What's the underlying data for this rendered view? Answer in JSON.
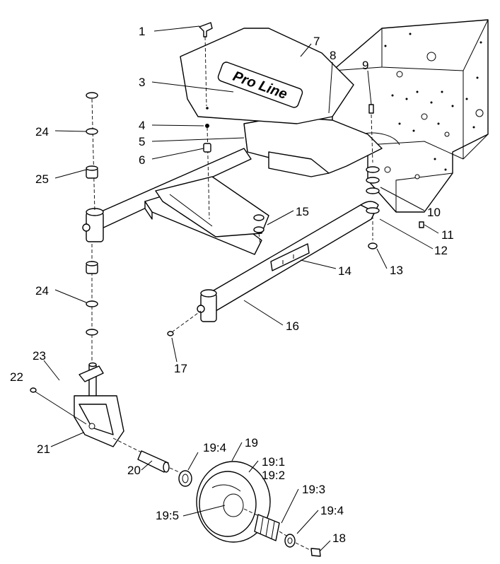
{
  "logo": {
    "text": "Pro Line"
  },
  "callouts": [
    {
      "id": "c1",
      "text": "1"
    },
    {
      "id": "c3",
      "text": "3"
    },
    {
      "id": "c4",
      "text": "4"
    },
    {
      "id": "c5",
      "text": "5"
    },
    {
      "id": "c6",
      "text": "6"
    },
    {
      "id": "c7",
      "text": "7"
    },
    {
      "id": "c8",
      "text": "8"
    },
    {
      "id": "c9",
      "text": "9"
    },
    {
      "id": "c10",
      "text": "10"
    },
    {
      "id": "c11",
      "text": "11"
    },
    {
      "id": "c12",
      "text": "12"
    },
    {
      "id": "c13",
      "text": "13"
    },
    {
      "id": "c14",
      "text": "14"
    },
    {
      "id": "c15",
      "text": "15"
    },
    {
      "id": "c16",
      "text": "16"
    },
    {
      "id": "c17",
      "text": "17"
    },
    {
      "id": "c18",
      "text": "18"
    },
    {
      "id": "c19",
      "text": "19"
    },
    {
      "id": "c19_1",
      "text": "19:1"
    },
    {
      "id": "c19_2",
      "text": "19:2"
    },
    {
      "id": "c19_3",
      "text": "19:3"
    },
    {
      "id": "c19_4a",
      "text": "19:4"
    },
    {
      "id": "c19_4b",
      "text": "19:4"
    },
    {
      "id": "c19_5",
      "text": "19:5"
    },
    {
      "id": "c20",
      "text": "20"
    },
    {
      "id": "c21",
      "text": "21"
    },
    {
      "id": "c22",
      "text": "22"
    },
    {
      "id": "c23",
      "text": "23"
    },
    {
      "id": "c24a",
      "text": "24"
    },
    {
      "id": "c24b",
      "text": "24"
    },
    {
      "id": "c25",
      "text": "25"
    }
  ]
}
